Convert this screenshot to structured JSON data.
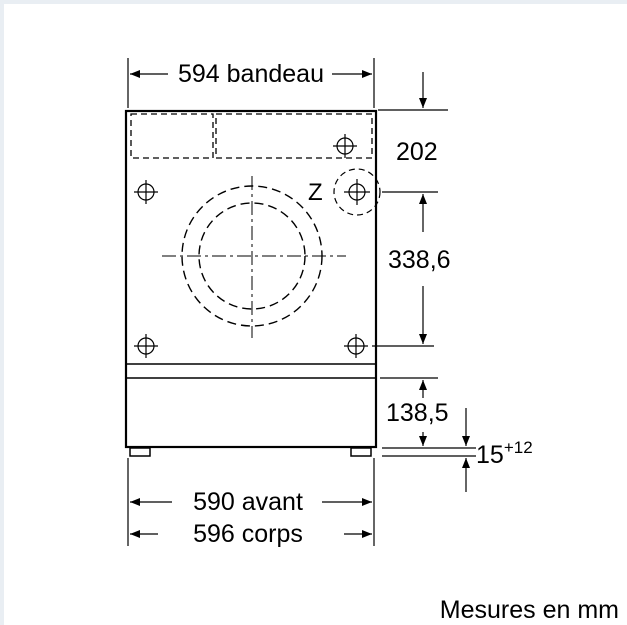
{
  "diagram": {
    "dim_top": "594 bandeau",
    "dim_right_top": "202",
    "dim_right_mid": "338,6",
    "dim_right_low": "138,5",
    "dim_feet_base": "15",
    "dim_feet_sup": "+12",
    "dim_bottom_1": "590 avant",
    "dim_bottom_2": "596 corps",
    "detail_label": "Z"
  },
  "footer": {
    "units_note": "Mesures en mm"
  }
}
